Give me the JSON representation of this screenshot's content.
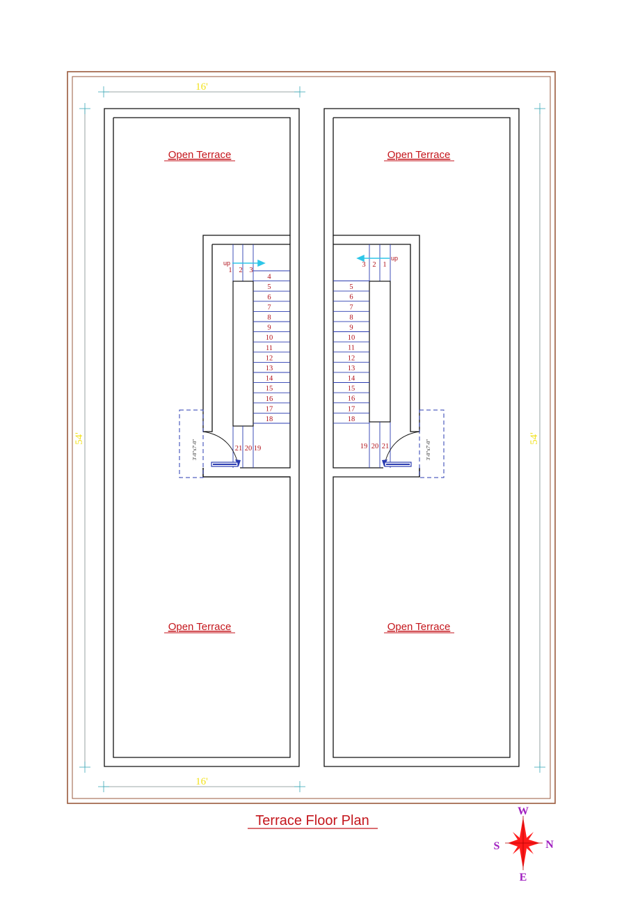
{
  "plan": {
    "rooms": {
      "left_top": "Open Terrace",
      "right_top": "Open Terrace",
      "left_bottom": "Open Terrace",
      "right_bottom": "Open Terrace"
    },
    "dimensions": {
      "top_width": "16'",
      "bottom_width": "16'",
      "left_length": "54'",
      "right_length": "54'"
    },
    "doors": {
      "left": "3'-0\"x7'-0\"",
      "right": "3'-0\"x7'-0\""
    },
    "stairs": {
      "up_label": "up",
      "left_top_steps": [
        "1",
        "2",
        "3"
      ],
      "right_top_steps": [
        "3",
        "2",
        "1"
      ],
      "left_flight": [
        "4",
        "5",
        "6",
        "7",
        "8",
        "9",
        "10",
        "11",
        "12",
        "13",
        "14",
        "15",
        "16",
        "17",
        "18"
      ],
      "right_flight": [
        "5",
        "6",
        "7",
        "8",
        "9",
        "10",
        "11",
        "12",
        "13",
        "14",
        "15",
        "16",
        "17",
        "18"
      ],
      "left_bottom_steps": [
        "21",
        "20",
        "19"
      ],
      "right_bottom_steps": [
        "19",
        "20",
        "21"
      ]
    },
    "title": "Terrace Floor Plan",
    "compass": {
      "top": "W",
      "bottom": "E",
      "left": "S",
      "right": "N"
    },
    "colors": {
      "wall": "#111111",
      "stair_line": "#2a3bb0",
      "label_red": "#c4161c",
      "dimension_yellow": "#f2e21c",
      "arrow_cyan": "#2ec6e8",
      "border_brown": "#9a5a3c",
      "compass_red": "#ff1a1a",
      "compass_letters": "#a020c0"
    }
  }
}
